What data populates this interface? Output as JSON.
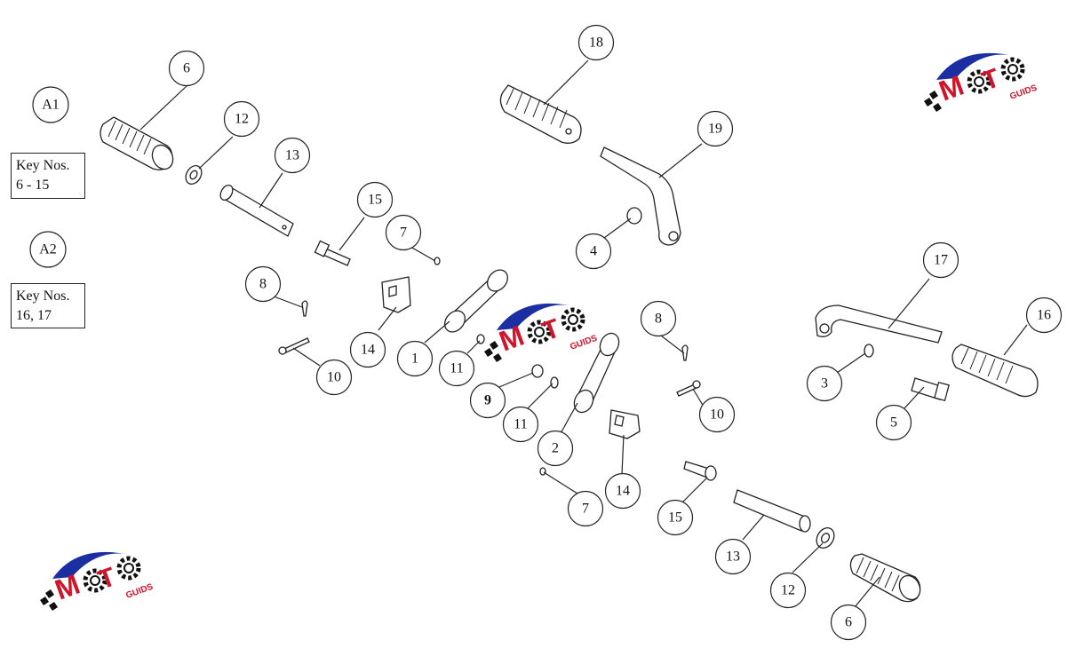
{
  "assembly_labels": [
    "A1",
    "A2"
  ],
  "key_boxes": [
    {
      "line1": "Key Nos.",
      "line2": "6 - 15"
    },
    {
      "line1": "Key Nos.",
      "line2": "16, 17"
    }
  ],
  "callouts": [
    "6",
    "12",
    "13",
    "15",
    "7",
    "8",
    "14",
    "10",
    "1",
    "11",
    "9",
    "11",
    "2",
    "14",
    "7",
    "18",
    "19",
    "4",
    "8",
    "10",
    "15",
    "13",
    "12",
    "6",
    "17",
    "16",
    "3",
    "5"
  ],
  "watermark": {
    "text": "MOTO",
    "subtext": "GUIDS",
    "colors": {
      "swoosh": "#1b2fa3",
      "letters": "#d0142a",
      "gear": "#111111"
    }
  }
}
